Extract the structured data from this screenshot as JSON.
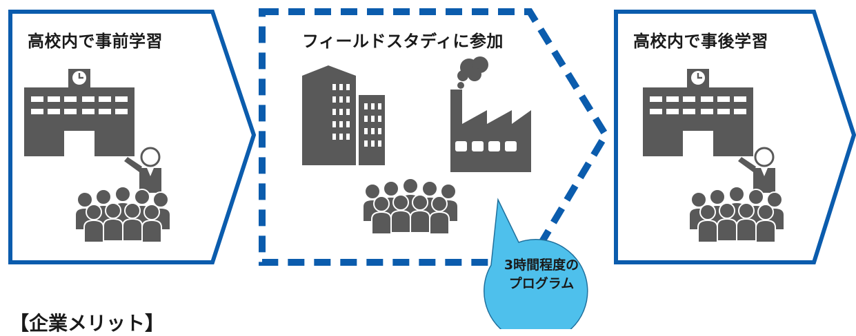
{
  "stages": [
    {
      "title": "高校内で事前学習"
    },
    {
      "title": "フィールドスタディに参加"
    },
    {
      "title": "高校内で事後学習"
    }
  ],
  "callout": {
    "line1": "3時間程度の",
    "line2": "プログラム"
  },
  "section_heading": "【企業メリット】",
  "colors": {
    "stage_border": "#0b5cad",
    "icon_gray": "#595959",
    "callout_fill": "#4ec0ec",
    "callout_stroke": "#1f6f9c",
    "text": "#1a1a1a"
  },
  "icons": [
    "school-building-icon",
    "teacher-icon",
    "audience-icon",
    "office-building-icon",
    "factory-icon"
  ]
}
